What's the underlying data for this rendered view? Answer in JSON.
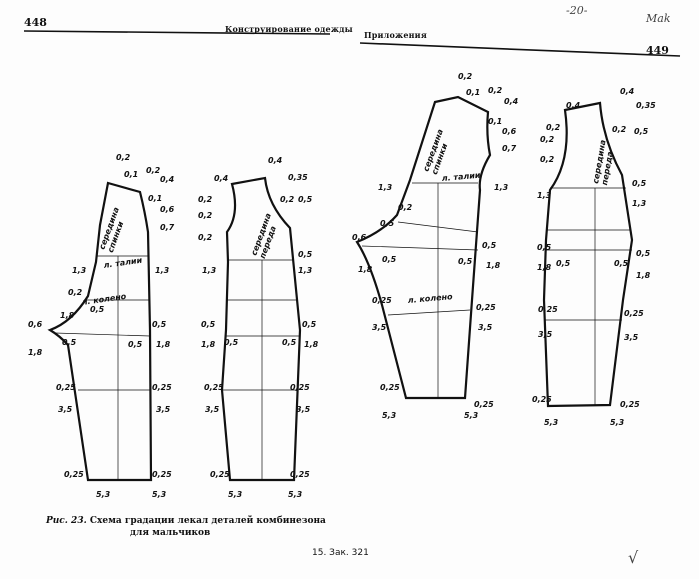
{
  "left_page": {
    "number": "448",
    "header": "Конструирование одежды"
  },
  "right_page": {
    "number": "449",
    "header": "Приложения"
  },
  "handwritten": {
    "mark1": "-20-",
    "mark2": "Mak",
    "check": "√"
  },
  "caption": {
    "line1_prefix": "Рис. 23.",
    "line1": "Схема градации лекал деталей комбинезона",
    "line2": "для мальчиков"
  },
  "footer": {
    "signature": "15. Зак. 321"
  },
  "pieces": [
    {
      "name": "back-left",
      "texts": [
        "середина спинки",
        "л. талии",
        "л. колено"
      ],
      "labels": [
        "0,2",
        "0,1",
        "0,2",
        "0,4",
        "0,1",
        "0,6",
        "0,7",
        "1,3",
        "1,3",
        "0,2",
        "1,8",
        "0,5",
        "0,6",
        "1,8",
        "0,5",
        "0,5",
        "1,8",
        "0,5",
        "0,25",
        "0,25",
        "3,5",
        "3,5",
        "0,25",
        "0,25",
        "5,3",
        "5,3"
      ]
    },
    {
      "name": "front-left",
      "texts": [
        "середина переда"
      ],
      "labels": [
        "0,4",
        "0,4",
        "0,35",
        "0,2",
        "0,2",
        "0,2",
        "0,5",
        "0,2",
        "1,3",
        "0,5",
        "1,3",
        "0,5",
        "1,8",
        "0,5",
        "0,5",
        "0,5",
        "1,8",
        "0,25",
        "0,25",
        "3,5",
        "3,5",
        "0,25",
        "0,25",
        "5,3",
        "5,3"
      ]
    },
    {
      "name": "back-right",
      "texts": [
        "середина спинки",
        "л. талии",
        "л. колено"
      ],
      "labels": [
        "0,2",
        "0,1",
        "0,2",
        "0,4",
        "0,1",
        "0,6",
        "0,7",
        "1,3",
        "1,3",
        "0,2",
        "1,8",
        "0,5",
        "0,6",
        "0,5",
        "0,5",
        "1,8",
        "0,5",
        "0,25",
        "0,25",
        "3,5",
        "3,5",
        "0,25",
        "0,25",
        "5,3",
        "5,3"
      ]
    },
    {
      "name": "front-right",
      "texts": [
        "середина переда"
      ],
      "labels": [
        "0,4",
        "0,4",
        "0,35",
        "0,2",
        "0,2",
        "0,2",
        "0,5",
        "0,2",
        "1,3",
        "0,5",
        "1,3",
        "0,5",
        "1,8",
        "0,5",
        "0,5",
        "0,5",
        "1,8",
        "0,25",
        "0,25",
        "3,5",
        "3,5",
        "0,25",
        "0,25",
        "5,3",
        "5,3"
      ]
    }
  ]
}
